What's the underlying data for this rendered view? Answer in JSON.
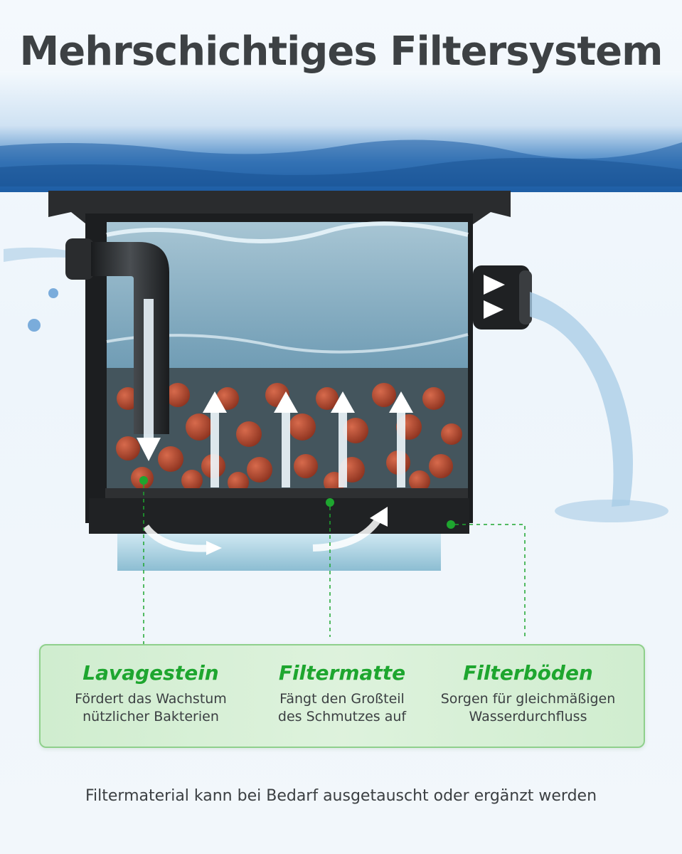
{
  "title": "Mehrschichtiges Filtersystem",
  "features": [
    {
      "heading": "Lavagestein",
      "line1": "Fördert das Wachstum",
      "line2": "nützlicher Bakterien"
    },
    {
      "heading": "Filtermatte",
      "line1": "Fängt den Großteil",
      "line2": "des Schmutzes auf"
    },
    {
      "heading": "Filterböden",
      "line1": "Sorgen für gleichmäßigen",
      "line2": "Wasserdurchfluss"
    }
  ],
  "footer": "Filtermaterial kann bei Bedarf ausgetauscht oder ergänzt werden",
  "colors": {
    "accent_green": "#1ea62f",
    "panel_border": "#8fd08c",
    "text": "#3b3f42",
    "water": "#2f6fb3",
    "lava": "#b4492f"
  },
  "icons": [
    "flow-arrow-down-icon",
    "flow-arrow-up-icon",
    "flow-arrow-right-icon",
    "callout-dot-icon"
  ]
}
